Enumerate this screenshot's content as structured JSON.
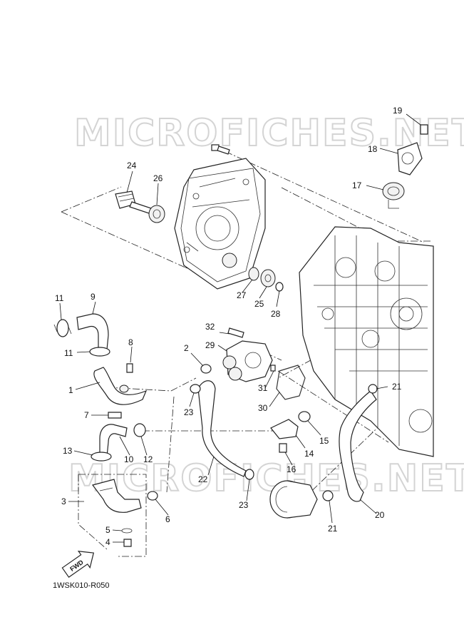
{
  "watermark": "MICROFICHES.NET",
  "diagram_code": "1WSK010-R050",
  "fwd_label": "FWD",
  "callouts": {
    "c1": "1",
    "c2": "2",
    "c3": "3",
    "c4": "4",
    "c5": "5",
    "c6": "6",
    "c7": "7",
    "c8": "8",
    "c9": "9",
    "c10": "10",
    "c11a": "11",
    "c11b": "11",
    "c12": "12",
    "c13": "13",
    "c14": "14",
    "c15": "15",
    "c16": "16",
    "c17": "17",
    "c18": "18",
    "c19": "19",
    "c20": "20",
    "c21a": "21",
    "c21b": "21",
    "c22": "22",
    "c23a": "23",
    "c23b": "23",
    "c24": "24",
    "c25": "25",
    "c26": "26",
    "c27": "27",
    "c28": "28",
    "c29": "29",
    "c30": "30",
    "c31": "31",
    "c32": "32"
  }
}
